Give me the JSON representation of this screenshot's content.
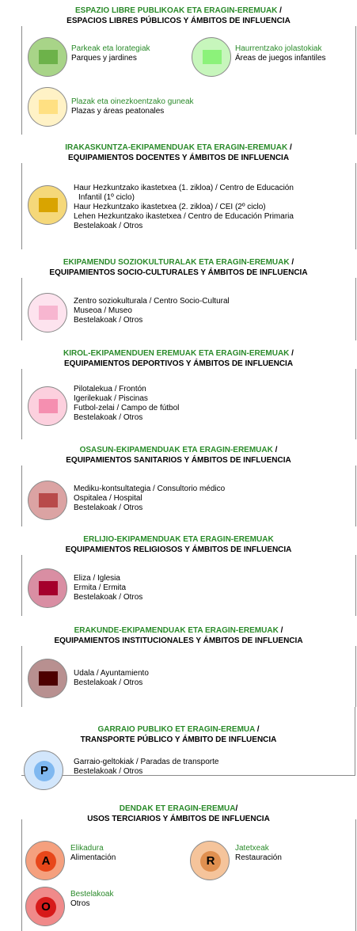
{
  "sections": {
    "s1": {
      "title_eu": "ESPAZIO LIBRE PUBLIKOAK ETA ERAGIN-EREMUAK",
      "title_es": "ESPACIOS LIBRES PÚBLICOS Y ÁMBITOS DE INFLUENCIA",
      "parks_eu": "Parkeak eta lorategiak",
      "parks_es": "Parques y jardines",
      "play_eu": "Haurrentzako jolastokiak",
      "play_es": "Áreas de juegos infantiles",
      "plaza_eu": "Plazak eta oinezkoentzako guneak",
      "plaza_es": "Plazas y áreas peatonales"
    },
    "s2": {
      "title_eu": "IRAKASKUNTZA-EKIPAMENDUAK ETA ERAGIN-EREMUAK",
      "title_es": "EQUIPAMIENTOS DOCENTES Y ÁMBITOS DE INFLUENCIA",
      "line1": "Haur Hezkuntzako ikastetxea (1. zikloa) / Centro de Educación",
      "line2": "Infantil (1º ciclo)",
      "line3": "Haur Hezkuntzako ikastetxea (2. zikloa) / CEI (2º ciclo)",
      "line4": "Lehen Hezkuntzako ikastetxea / Centro de Educación Primaria",
      "line5": "Bestelakoak / Otros"
    },
    "s3": {
      "title_eu": "EKIPAMENDU SOZIOKULTURALAK ETA ERAGIN-EREMUAK",
      "title_es": "EQUIPAMIENTOS SOCIO-CULTURALES Y ÁMBITOS DE INFLUENCIA",
      "line1": "Zentro soziokulturala / Centro Socio-Cultural",
      "line2": "Museoa / Museo",
      "line3": "Bestelakoak / Otros"
    },
    "s4": {
      "title_eu": "KIROL-EKIPAMENDUEN EREMUAK ETA ERAGIN-EREMUAK",
      "title_es": "EQUIPAMIENTOS DEPORTIVOS Y ÁMBITOS DE INFLUENCIA",
      "line1": "Pilotalekua / Frontón",
      "line2": "Igerilekuak / Piscinas",
      "line3": "Futbol-zelai / Campo de fútbol",
      "line4": "Bestelakoak / Otros"
    },
    "s5": {
      "title_eu": "OSASUN-EKIPAMENDUAK ETA ERAGIN-EREMUAK",
      "title_es": "EQUIPAMIENTOS SANITARIOS Y ÁMBITOS DE INFLUENCIA",
      "line1": "Mediku-kontsultategia / Consultorio médico",
      "line2": "Ospitalea / Hospital",
      "line3": "Bestelakoak / Otros"
    },
    "s6": {
      "title_eu": "ERLIJIO-EKIPAMENDUAK ETA ERAGIN-EREMUAK",
      "title_es": "EQUIPAMIENTOS RELIGIOSOS Y ÁMBITOS DE INFLUENCIA",
      "line1": "Eliza / Iglesia",
      "line2": "Ermita / Ermita",
      "line3": "Bestelakoak / Otros"
    },
    "s7": {
      "title_eu": "ERAKUNDE-EKIPAMENDUAK ETA ERAGIN-EREMUAK",
      "title_es": "EQUIPAMIENTOS INSTITUCIONALES Y ÁMBITOS DE INFLUENCIA",
      "line1": "Udala / Ayuntamiento",
      "line2": "Bestelakoak / Otros"
    },
    "s8": {
      "title_eu": "GARRAIO PUBLIKO ET ERAGIN-EREMUA",
      "title_es": "TRANSPORTE PÚBLICO Y ÁMBITO DE INFLUENCIA",
      "letter": "P",
      "line1": "Garraio-geltokiak / Paradas de transporte",
      "line2": "Bestelakoak / Otros"
    },
    "s9": {
      "title_eu": "DENDAK ET ERAGIN-EREMUA",
      "title_es": "USOS TERCIARIOS Y ÁMBITOS DE INFLUENCIA",
      "a_letter": "A",
      "a_eu": "Elikadura",
      "a_es": "Alimentación",
      "r_letter": "R",
      "r_eu": "Jatetxeak",
      "r_es": "Restauración",
      "o_letter": "O",
      "o_eu": "Bestelakoak",
      "o_es": "Otros"
    }
  },
  "colors": {
    "basque_text": "#2a8a2a",
    "parks": "#6db24a",
    "play": "#8cf27a",
    "plaza": "#ffe082",
    "education": "#d9a400",
    "culture": "#f7b6d0",
    "sport": "#f58fb0",
    "health": "#b84a4a",
    "religion": "#a5002c",
    "institution": "#4d0000",
    "transport": "#7fb8f0",
    "food": "#e8471a",
    "restaurant": "#e09050",
    "other_shops": "#d71a1a"
  }
}
